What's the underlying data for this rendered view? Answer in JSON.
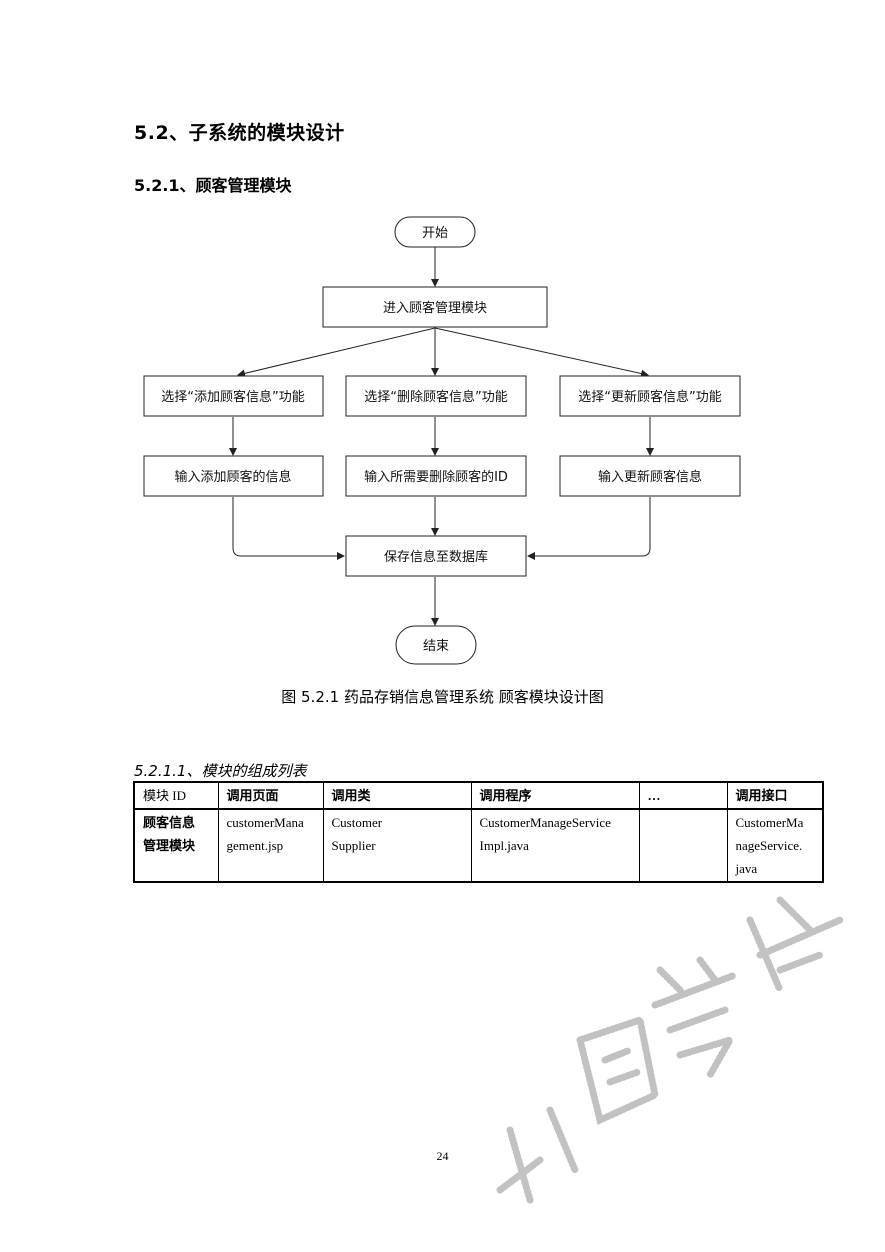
{
  "section": {
    "heading": "5.2、子系统的模块设计",
    "subheading": "5.2.1、顾客管理模块"
  },
  "flowchart": {
    "start": "开始",
    "enter": "进入顾客管理模块",
    "opt_add": "选择“添加顾客信息”功能",
    "opt_delete": "选择“删除顾客信息”功能",
    "opt_update": "选择“更新顾客信息”功能",
    "input_add": "输入添加顾客的信息",
    "input_delete": "输入所需要删除顾客的ID",
    "input_update": "输入更新顾客信息",
    "save": "保存信息至数据库",
    "end": "结束"
  },
  "caption": "图 5.2.1 药品存销信息管理系统 顾客模块设计图",
  "table_section": {
    "heading": "5.2.1.1、模块的组成列表",
    "headers": [
      "模块 ID",
      "调用页面",
      "调用类",
      "调用程序",
      "…",
      "调用接口"
    ],
    "row": {
      "module": [
        "顾客信息",
        "管理模块"
      ],
      "page": [
        "customerMana",
        "gement.jsp"
      ],
      "class": [
        "Customer",
        "Supplier"
      ],
      "program": [
        "CustomerManageService",
        "Impl.java"
      ],
      "other": "",
      "interface": [
        "CustomerMa",
        "nageService.",
        "java"
      ]
    }
  },
  "page_number": "24"
}
